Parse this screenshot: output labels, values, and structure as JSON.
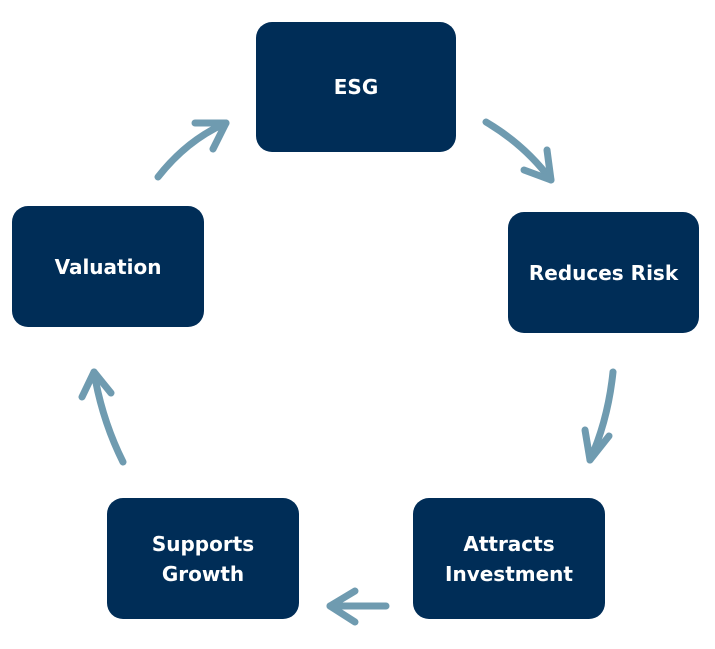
{
  "colors": {
    "box": "#002d57",
    "arrow": "#6f9bb0",
    "text": "#ffffff"
  },
  "nodes": [
    {
      "label": "ESG"
    },
    {
      "label": "Reduces Risk"
    },
    {
      "label": "Attracts\nInvestment"
    },
    {
      "label": "Supports\nGrowth"
    },
    {
      "label": "Valuation"
    }
  ]
}
